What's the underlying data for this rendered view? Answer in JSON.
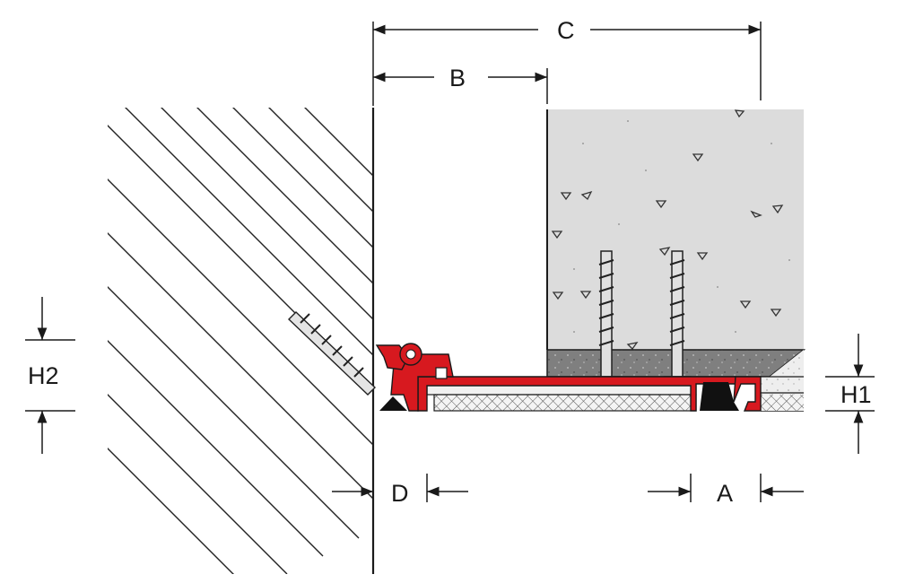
{
  "labels": {
    "c": "C",
    "b": "B",
    "d": "D",
    "a": "A",
    "h1": "H1",
    "h2": "H2"
  },
  "colors": {
    "profile_red": "#d7191f",
    "concrete": "#dcdcdc",
    "screed": "#8c8c8c",
    "insert_black": "#111111",
    "line": "#1a1a1a",
    "hatch": "#222222"
  }
}
